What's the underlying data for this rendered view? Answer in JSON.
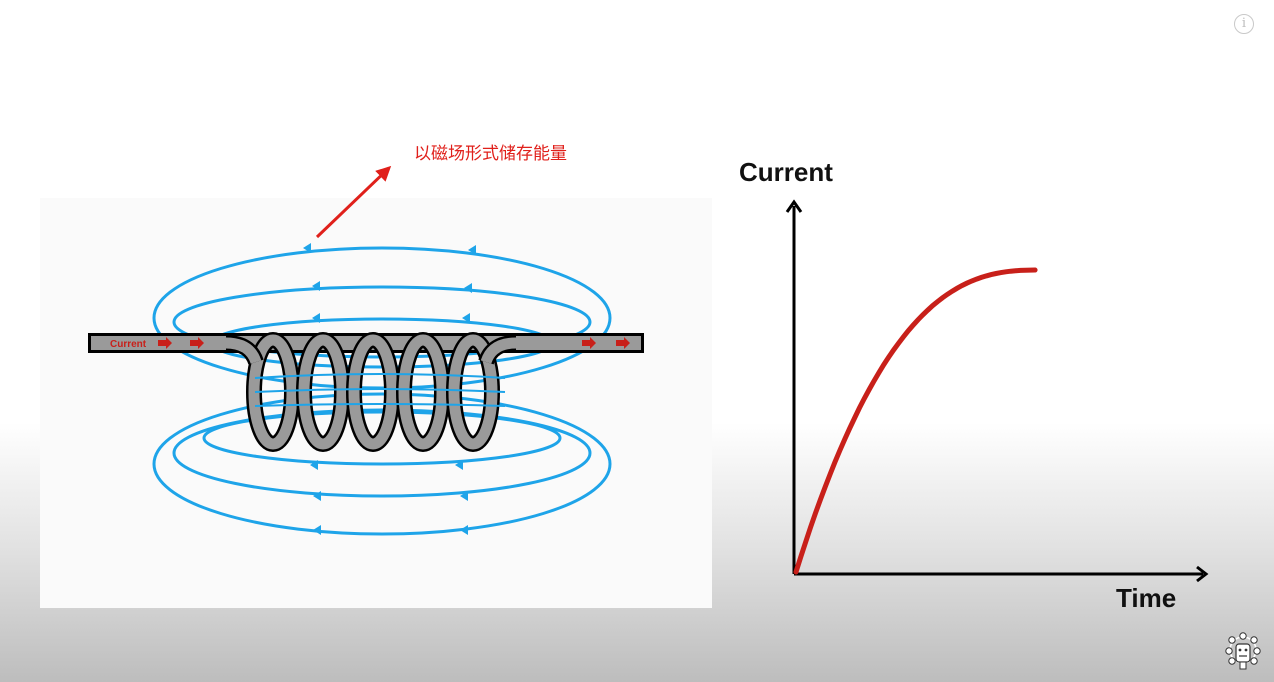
{
  "annotation": {
    "text": "以磁场形式储存能量",
    "color": "#e0201b"
  },
  "inductor": {
    "wire_label": "Current",
    "coil_turns": 5,
    "field_color": "#1ea4e9",
    "wire_color": "#9a9a9a",
    "arrow_color": "#c8201a"
  },
  "graph": {
    "y_label": "Current",
    "x_label": "Time",
    "curve_color": "#c8201a"
  },
  "info_button": {
    "symbol": "i"
  },
  "icons": {
    "info": "info-circle-icon",
    "logo": "channel-logo-icon"
  }
}
